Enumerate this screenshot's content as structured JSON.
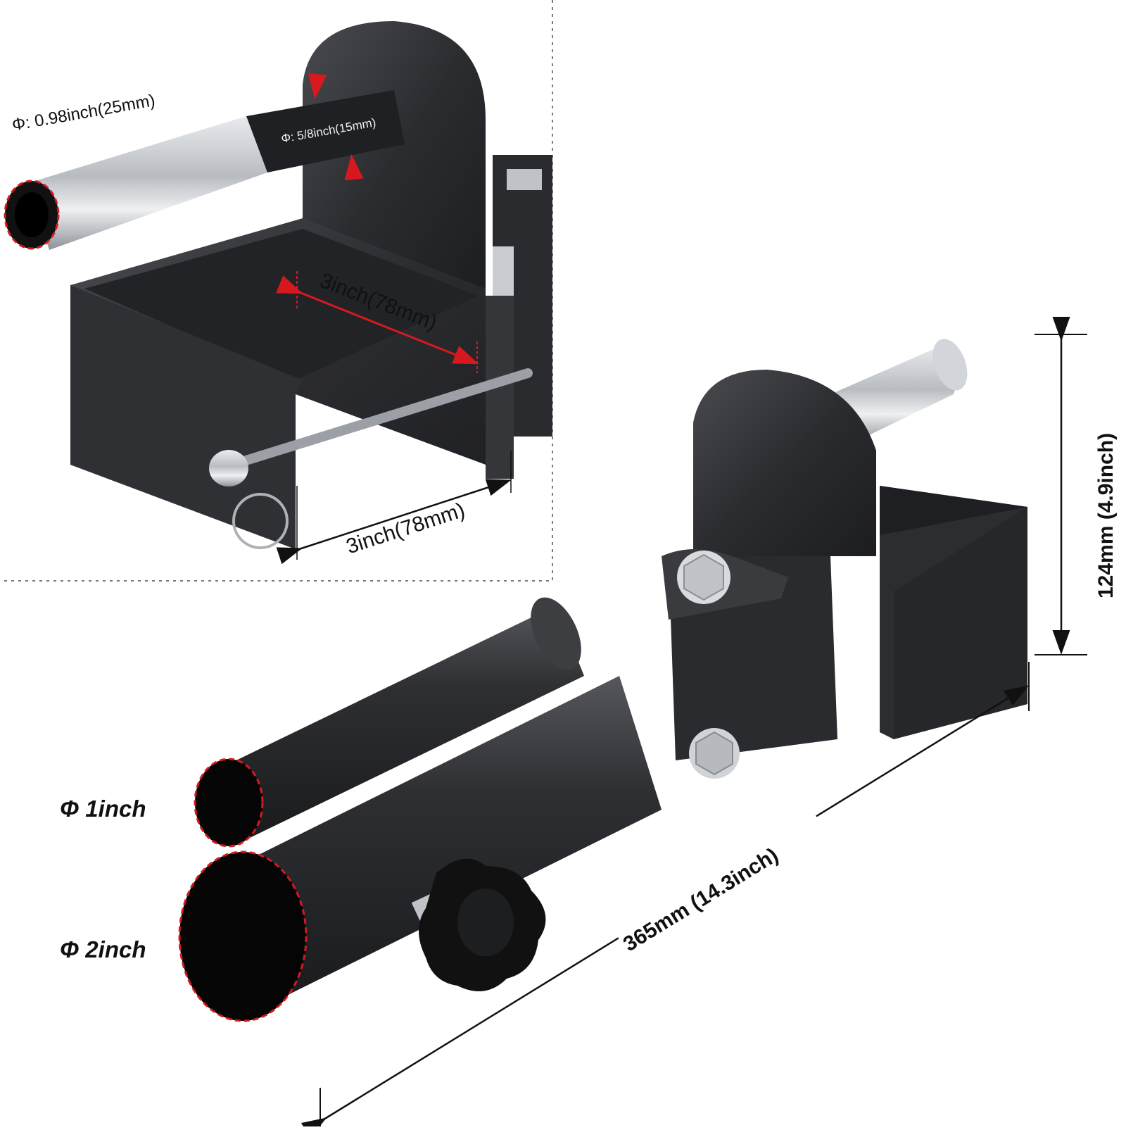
{
  "inset": {
    "outer_diameter_label": "Φ: 0.98inch(25mm)",
    "inner_diameter_label": "Φ: 5/8inch(15mm)",
    "inner_width_label": "3inch(78mm)",
    "outer_width_label": "3inch(78mm)"
  },
  "main": {
    "height_label": "124mm (4.9inch)",
    "length_label": "365mm (14.3inch)",
    "small_sleeve_label": "Φ 1inch",
    "large_sleeve_label": "Φ 2inch"
  },
  "colors": {
    "metal_dark": "#2a2b2e",
    "metal_mid": "#3c3d41",
    "steel_light": "#c9ccd0",
    "dimension_line": "#111111",
    "highlight_red": "#d7191f",
    "divider": "#7a7a7a"
  }
}
